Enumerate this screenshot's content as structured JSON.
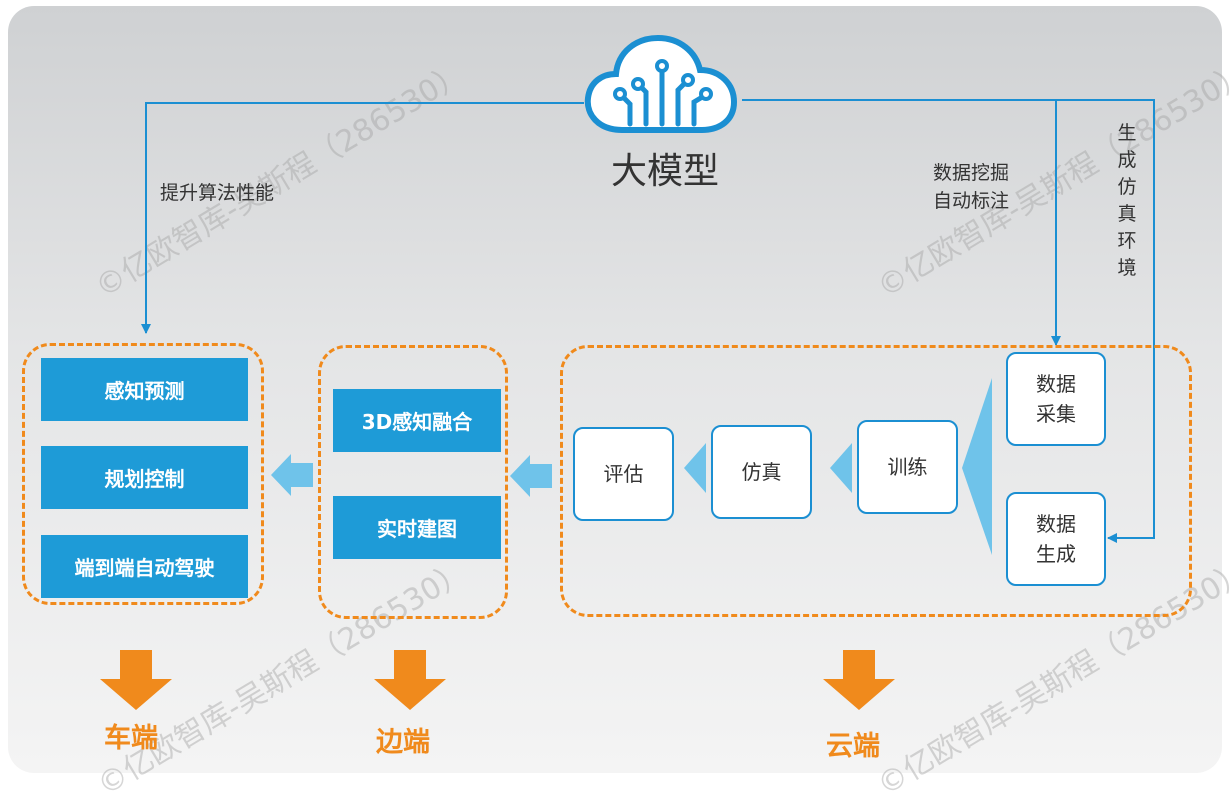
{
  "title": "大模型",
  "arrow_labels": {
    "improve": "提升算法性能",
    "mining_line1": "数据挖掘",
    "mining_line2": "自动标注",
    "sim_env": [
      "生",
      "成",
      "仿",
      "真",
      "环",
      "境"
    ]
  },
  "vehicle": {
    "items": [
      "感知预测",
      "规划控制",
      "端到端自动驾驶"
    ],
    "label": "车端"
  },
  "edge": {
    "items": [
      "3D感知融合",
      "实时建图"
    ],
    "label": "边端"
  },
  "cloud": {
    "pipeline": [
      "评估",
      "仿真",
      "训练"
    ],
    "collect": [
      "数据",
      "采集"
    ],
    "generate": [
      "数据",
      "生成"
    ],
    "label": "云端"
  },
  "watermark": "©亿欧智库-吴斯程（286530）",
  "colors": {
    "blue": "#1e9bd7",
    "orange": "#f08a1c",
    "light_blue": "#6fc3ea"
  }
}
